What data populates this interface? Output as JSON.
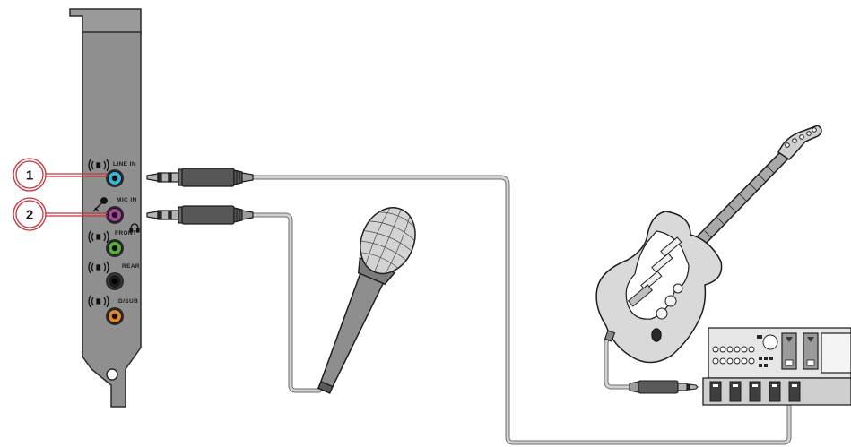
{
  "ports": [
    {
      "id": "line-in",
      "label": "LINE IN",
      "color": "#39b4d6"
    },
    {
      "id": "mic-in",
      "label": "MIC IN",
      "color": "#a8459c"
    },
    {
      "id": "front",
      "label": "FRONT",
      "color": "#5aae3e"
    },
    {
      "id": "rear",
      "label": "REAR",
      "color": "#1d1d1d"
    },
    {
      "id": "dsub",
      "label": "D/SUB",
      "color": "#e0882a"
    }
  ],
  "callouts": [
    {
      "number": "1",
      "target": "LINE IN"
    },
    {
      "number": "2",
      "target": "MIC IN"
    }
  ],
  "colors": {
    "bracket": "#8f8f8f",
    "outline": "#2b2b2b",
    "callout_ring": "#c8313a",
    "cable": "#c4c4c4"
  },
  "icons": {
    "line_in": "speaker-waves-icon",
    "mic_in": "microphone-icon",
    "headphone": "headphone-icon"
  }
}
